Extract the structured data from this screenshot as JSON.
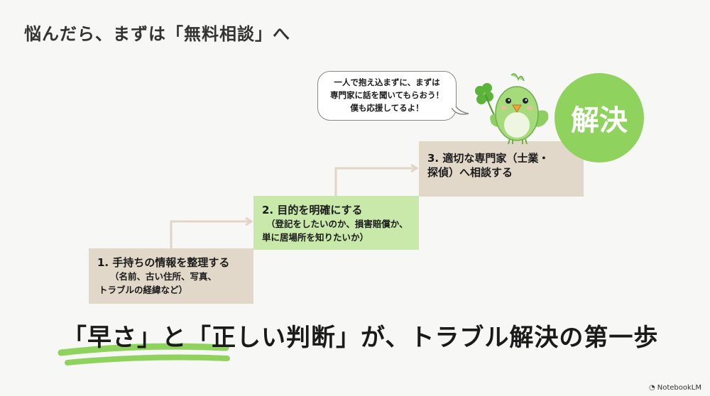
{
  "slide": {
    "title": "悩んだら、まずは「無料相談」へ",
    "steps": [
      {
        "heading": "1. 手持ちの情報を整理する",
        "detail_lines": [
          "（名前、古い住所、写真、",
          "トラブルの経緯など）"
        ]
      },
      {
        "heading": "2. 目的を明確にする",
        "detail_lines": [
          "（登記をしたいのか、損害賠償か、",
          "単に居場所を知りたいか）"
        ]
      },
      {
        "heading_lines": [
          "3. 適切な専門家（士業・",
          "探偵）へ相談する"
        ]
      }
    ],
    "goal_label": "解決",
    "speech_bubble_lines": [
      "一人で抱え込まずに、まずは",
      "専門家に話を聞いてもらおう！",
      "僕も応援してるよ！"
    ],
    "bottom_message": "「早さ」と「正しい判断」が、トラブル解決の第一歩",
    "footer_brand": "NotebookLM"
  },
  "colors": {
    "tan": "#e2d8c9",
    "light_green": "#c8e9a9",
    "accent_green": "#8fd35e"
  }
}
